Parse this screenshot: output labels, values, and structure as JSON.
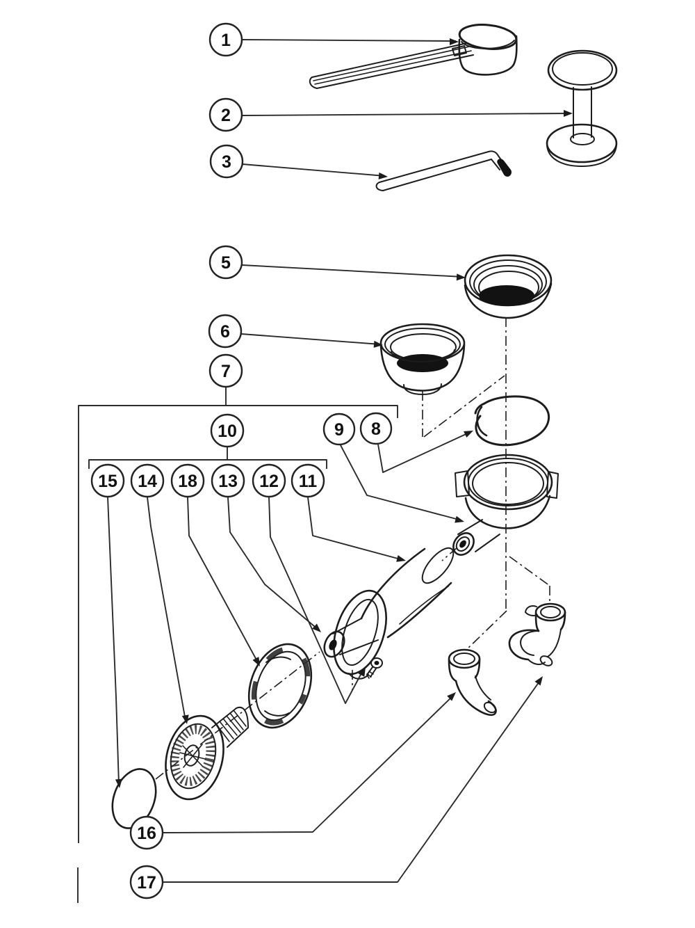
{
  "diagram": {
    "type": "exploded-parts-diagram",
    "subject": "Espresso machine portafilter and accessories parts diagram",
    "colors": {
      "background": "#ffffff",
      "line": "#1c1c1c",
      "solid_fill": "#121212"
    },
    "callouts": [
      {
        "label": "1",
        "part": "measuring-scoop"
      },
      {
        "label": "2",
        "part": "tamper"
      },
      {
        "label": "3",
        "part": "cleaning-tool"
      },
      {
        "label": "5",
        "part": "filter-basket-large"
      },
      {
        "label": "6",
        "part": "filter-basket-small"
      },
      {
        "label": "7",
        "part": "portafilter-assembly"
      },
      {
        "label": "8",
        "part": "group-gasket"
      },
      {
        "label": "9",
        "part": "spout-nut"
      },
      {
        "label": "10",
        "part": "handle-sub-assembly"
      },
      {
        "label": "11",
        "part": "handle-body"
      },
      {
        "label": "12",
        "part": "handle-screw"
      },
      {
        "label": "13",
        "part": "handle-end-cap"
      },
      {
        "label": "14",
        "part": "handle-knob"
      },
      {
        "label": "15",
        "part": "oval-washer"
      },
      {
        "label": "16",
        "part": "single-cup-spout"
      },
      {
        "label": "17",
        "part": "two-cup-spout"
      },
      {
        "label": "18",
        "part": "locking-ring"
      }
    ]
  }
}
